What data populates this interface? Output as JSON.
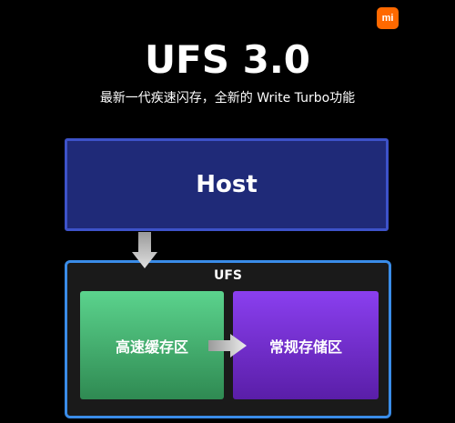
{
  "logo": {
    "text": "mi",
    "color": "#ff6900"
  },
  "title": "UFS 3.0",
  "subtitle": "最新一代疾速闪存，全新的 Write Turbo功能",
  "host": {
    "label": "Host",
    "fill": "#1f2a78",
    "border": "#3d52c9"
  },
  "ufs": {
    "label": "UFS",
    "border": "#3a8ce8",
    "cache_label": "高速缓存区",
    "storage_label": "常规存储区"
  },
  "arrows": {
    "color": "#cccccc",
    "icons": [
      "down-arrow-icon",
      "right-arrow-icon"
    ]
  }
}
